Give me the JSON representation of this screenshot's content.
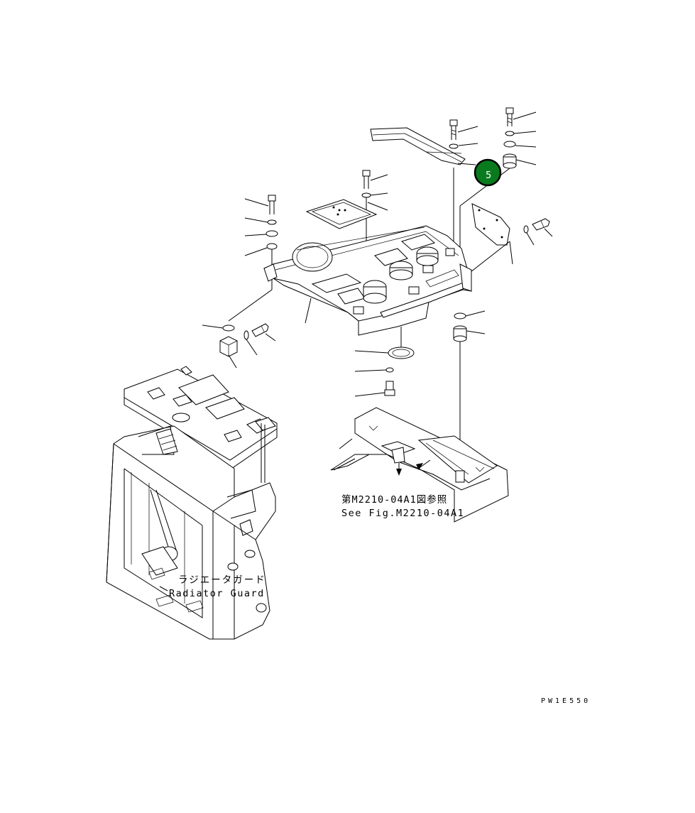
{
  "callout": {
    "number": "5",
    "fill": "#0a7a1e",
    "ring": "#000000"
  },
  "reference": {
    "jp": "第M2210-04A1図参照",
    "en": "See Fig.M2210-04A1"
  },
  "radiator_guard": {
    "jp": "ラジエータガード",
    "en": "Radiator Guard"
  },
  "drawing_code": "PW1E550"
}
